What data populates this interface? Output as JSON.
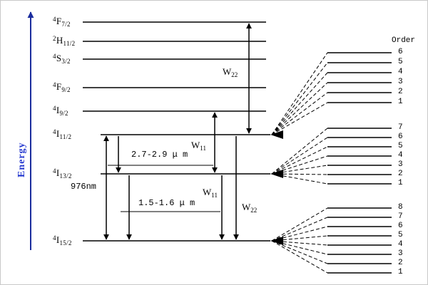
{
  "figure": {
    "energy_axis_label": "Energy",
    "order_label": "Order"
  },
  "colors": {
    "energy_label": "#2438cf",
    "energy_axis": "#1b2d9e",
    "line": "#000000"
  },
  "levels": [
    {
      "sup": "4",
      "letter": "F",
      "sub": "7/2"
    },
    {
      "sup": "2",
      "letter": "H",
      "sub": "11/2"
    },
    {
      "sup": "4",
      "letter": "S",
      "sub": "3/2"
    },
    {
      "sup": "4",
      "letter": "F",
      "sub": "9/2"
    },
    {
      "sup": "4",
      "letter": "I",
      "sub": "9/2"
    },
    {
      "sup": "4",
      "letter": "I",
      "sub": "11/2"
    },
    {
      "sup": "4",
      "letter": "I",
      "sub": "13/2"
    },
    {
      "sup": "4",
      "letter": "I",
      "sub": "15/2"
    }
  ],
  "transitions": {
    "pump_label": "976nm",
    "mid_ir_label": "2.7-2.9 μ m",
    "near_ir_label": "1.5-1.6 μ m",
    "w11": {
      "letter": "W",
      "sub": "11"
    },
    "w22": {
      "letter": "W",
      "sub": "22"
    }
  },
  "stark": {
    "groups": [
      {
        "level": "4I11/2",
        "orders": [
          "6",
          "5",
          "4",
          "3",
          "2",
          "1"
        ]
      },
      {
        "level": "4I13/2",
        "orders": [
          "7",
          "6",
          "5",
          "4",
          "3",
          "2",
          "1"
        ]
      },
      {
        "level": "4I15/2",
        "orders": [
          "8",
          "7",
          "6",
          "5",
          "4",
          "3",
          "2",
          "1"
        ]
      }
    ]
  }
}
